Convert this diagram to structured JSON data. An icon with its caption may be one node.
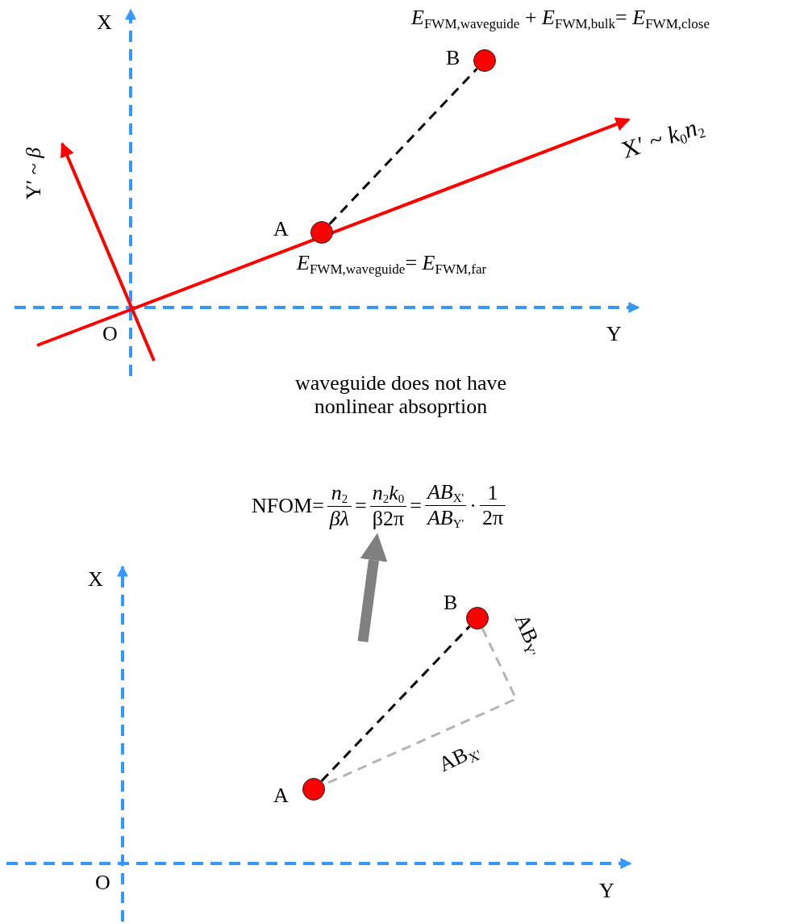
{
  "diagram": {
    "nodes": [
      {
        "text": [],
        "shape": "circle",
        "beside": [
          "B"
        ]
      },
      {
        "text": [],
        "shape": "circle",
        "beside": [
          "A"
        ]
      },
      {
        "text": [
          "NFOM=",
          "*n*$_{2}$",
          "*βλ*",
          "=",
          "*n*$_{2}$*k*$_{0}$",
          "β2π",
          "=",
          "*AB*$_{X'}$",
          "*AB*$_{Y'}$",
          "·",
          "1",
          "2π"
        ]
      },
      {
        "text": [],
        "shape": "circle",
        "beside": [
          "B"
        ]
      },
      {
        "text": [],
        "shape": "circle",
        "beside": [
          "A"
        ]
      }
    ],
    "edges": [
      {
        "from": 1,
        "to": 0,
        "arrow": "none",
        "style": "dashed"
      },
      {
        "from": 4,
        "to": 3,
        "arrow": "none",
        "style": "dashed"
      },
      {
        "from": 3,
        "to": 4,
        "arrow": "none",
        "style": "dashed",
        "color": "#b4b4b4"
      },
      {
        "from": null,
        "to": 2,
        "arrow": "to",
        "style": "thick",
        "color": "#808080"
      }
    ],
    "labels": [
      "X",
      "*E*$_{FWM,waveguide}$ + *E*$_{FWM,bulk}$= *E*$_{FWM,close}$",
      "Y′ ~ *β*",
      "X′ ~ *k*$_{0}$*n*$_{2}$",
      "*E*$_{FWM,waveguide}$= *E*$_{FWM,far}$",
      "O",
      "Y",
      "waveguide does not have nonlinear absoprtion",
      "X",
      "AB$_{Y'}$",
      "AB$_{X'}$",
      "O",
      "Y"
    ]
  }
}
